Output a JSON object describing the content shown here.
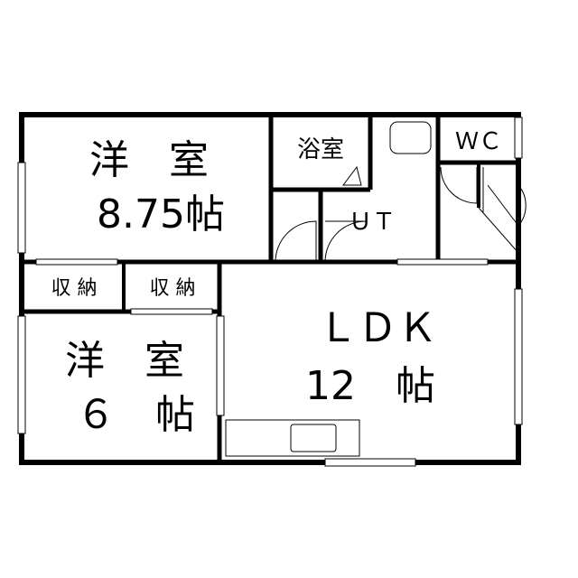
{
  "rooms": {
    "western_room_1": {
      "name": "洋　室",
      "size": "8.75帖"
    },
    "bath": {
      "name": "浴室"
    },
    "utility": {
      "name": "ＵＴ"
    },
    "toilet": {
      "name": "ＷＣ"
    },
    "storage_1": {
      "name": "収 納"
    },
    "storage_2": {
      "name": "収 納"
    },
    "western_room_2": {
      "name": "洋　室",
      "size": "６　帖"
    },
    "ldk": {
      "name": "ＬＤＫ",
      "size": "12　帖"
    }
  }
}
